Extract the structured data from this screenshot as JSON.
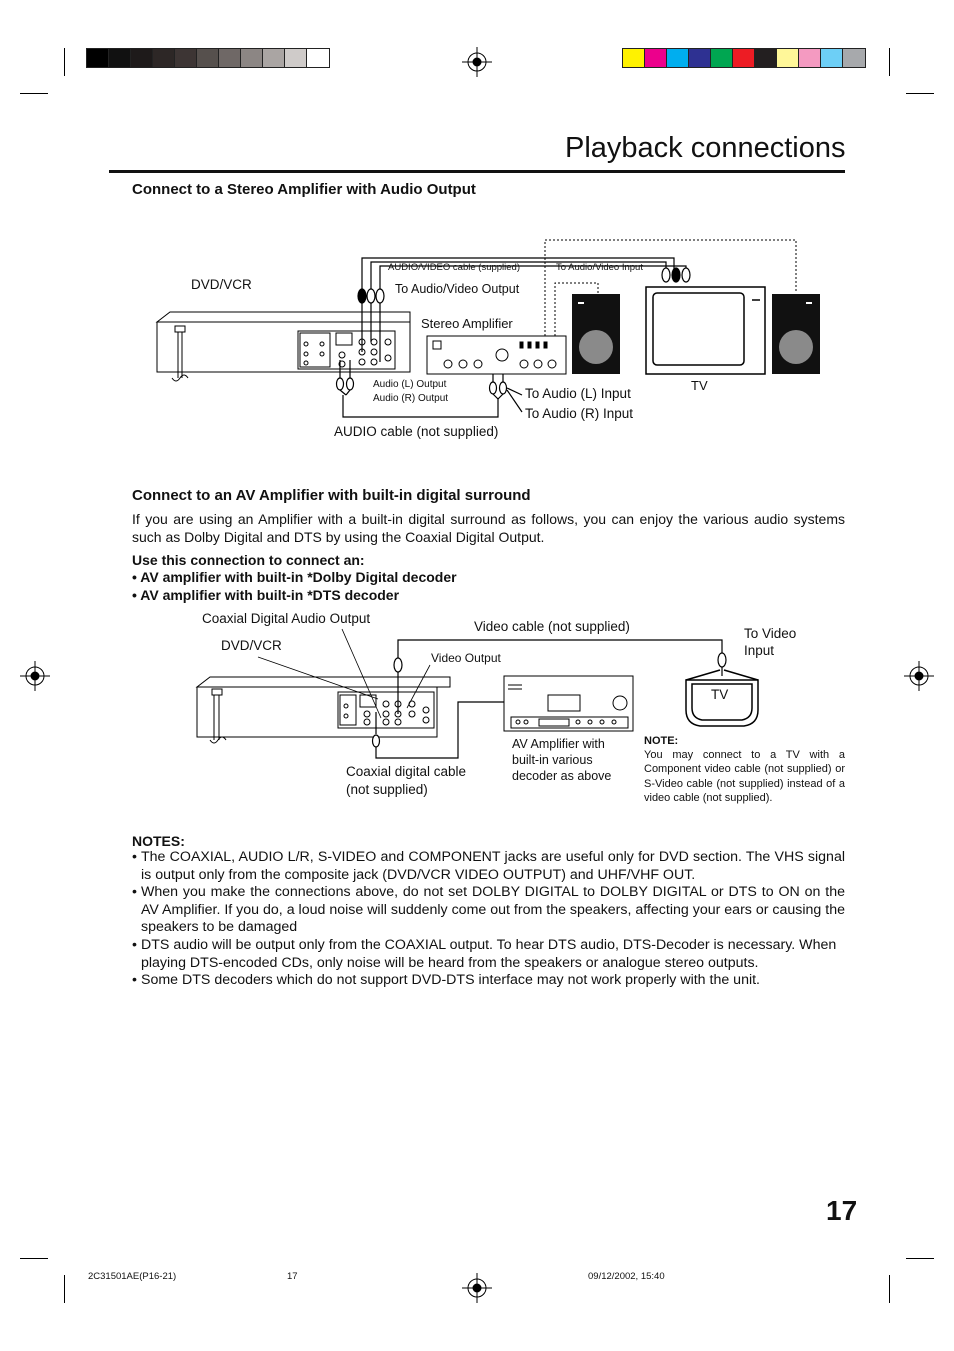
{
  "page": {
    "title": "Playback connections",
    "page_number": "17"
  },
  "section1": {
    "heading": "Connect to a Stereo Amplifier with Audio Output",
    "labels": {
      "dvdvcr": "DVD/VCR",
      "av_cable": "AUDIO/VIDEO cable (supplied)",
      "to_av_input": "To Audio/Video Input",
      "to_av_output": "To Audio/Video Output",
      "stereo_amp": "Stereo Amplifier",
      "audio_l_out": "Audio (L) Output",
      "audio_r_out": "Audio (R) Output",
      "to_audio_l_in": "To Audio (L) Input",
      "to_audio_r_in": "To Audio (R) Input",
      "audio_cable": "AUDIO cable (not supplied)",
      "tv": "TV"
    }
  },
  "section2": {
    "heading": "Connect to an AV Amplifier with built-in digital surround",
    "paragraph": "If you are using an Amplifier with a built-in digital surround as follows, you can enjoy the various audio systems such as Dolby Digital and DTS by using the Coaxial Digital Output.",
    "use_heading": "Use this connection to connect an:",
    "use_items": [
      "• AV amplifier with built-in *Dolby Digital decoder",
      "• AV amplifier with built-in *DTS decoder"
    ],
    "labels": {
      "coax_output": "Coaxial Digital Audio Output",
      "dvdvcr": "DVD/VCR",
      "video_cable": "Video cable (not supplied)",
      "video_output": "Video Output",
      "to_video_input_1": "To Video",
      "to_video_input_2": "Input",
      "tv": "TV",
      "av_amp_1": "AV Amplifier with",
      "av_amp_2": "built-in various",
      "av_amp_3": "decoder as above",
      "coax_cable_1": "Coaxial digital cable",
      "coax_cable_2": "(not supplied)"
    },
    "note": {
      "heading": "NOTE:",
      "text": "You may connect to a TV with a Component video cable (not supplied) or S-Video cable (not supplied) instead of a video cable (not supplied)."
    }
  },
  "notes": {
    "heading": "NOTES:",
    "items": [
      "The COAXIAL, AUDIO L/R, S-VIDEO and COMPONENT jacks are useful only for DVD section. The VHS signal is output only from the composite jack (DVD/VCR VIDEO OUTPUT) and UHF/VHF OUT.",
      "When you make the connections above, do not set DOLBY DIGITAL to DOLBY DIGITAL or DTS to ON on the AV Amplifier. If you do, a loud noise will suddenly come out from the speakers, affecting your ears or causing the speakers to be damaged",
      "DTS audio will be output only from the COAXIAL output. To hear DTS audio, DTS-Decoder is necessary. When playing DTS-encoded CDs, only noise will be heard from the speakers or analogue stereo outputs.",
      "Some DTS decoders which do not support DVD-DTS interface may not work properly with the unit."
    ]
  },
  "footer": {
    "file": "2C31501AE(P16-21)",
    "page": "17",
    "datetime": "09/12/2002, 15:40"
  },
  "colors": {
    "gray_bar": [
      "#000000",
      "#111111",
      "#1e1a1a",
      "#2d2726",
      "#3d3534",
      "#56504d",
      "#6f6866",
      "#8c8684",
      "#aaa5a3",
      "#cfcbc9",
      "#ffffff"
    ],
    "color_bar": [
      "#fff200",
      "#ec008c",
      "#00aeef",
      "#2e3192",
      "#00a651",
      "#ed1c24",
      "#231f20",
      "#fff799",
      "#f49ac1",
      "#6dcff6",
      "#a7a9ac"
    ]
  }
}
